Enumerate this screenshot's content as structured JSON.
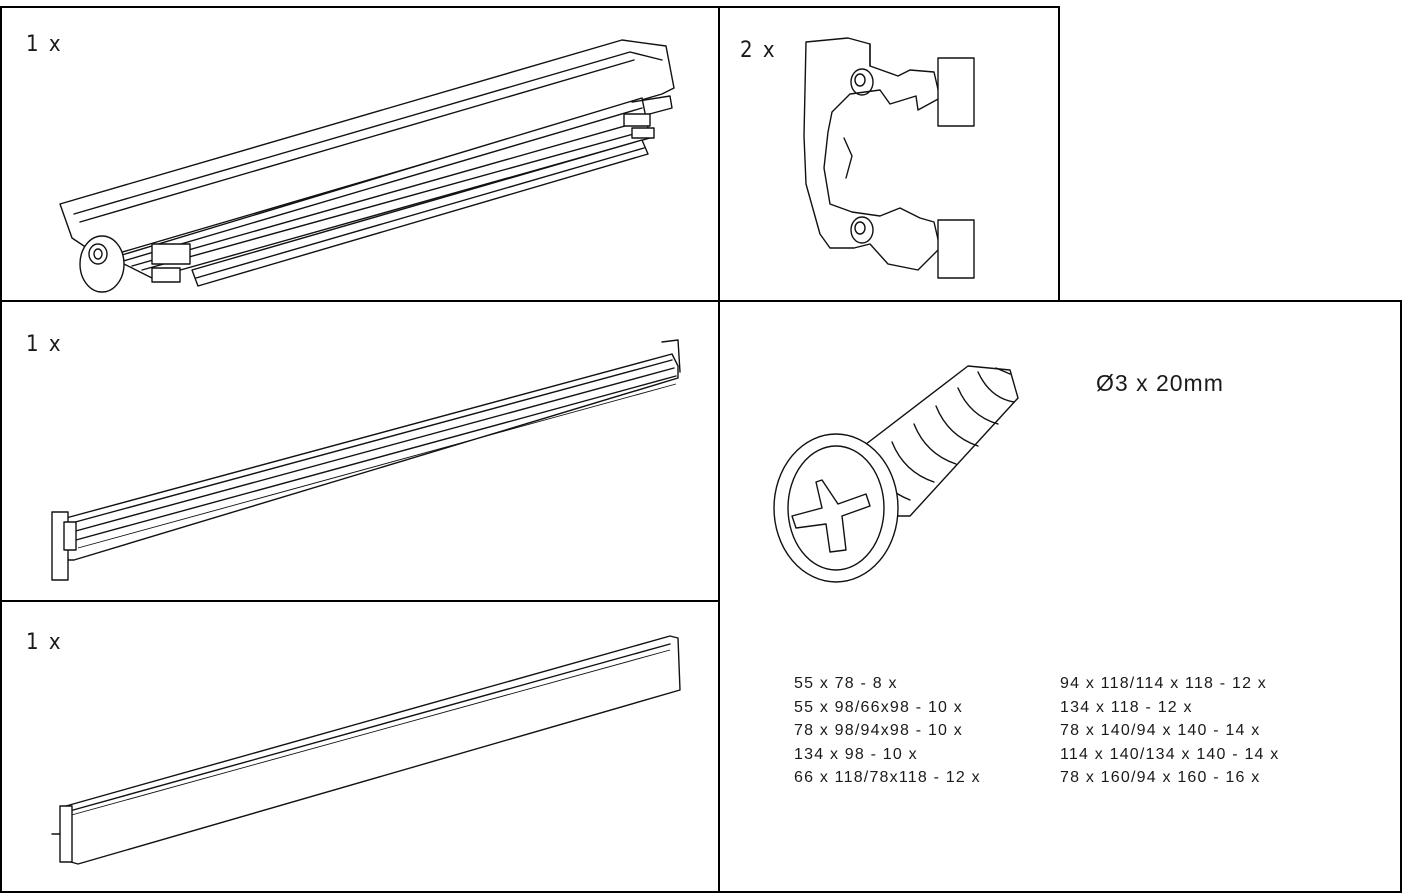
{
  "parts": [
    {
      "quantity": "1 x",
      "icon": "headrail-assembly"
    },
    {
      "quantity": "2 x",
      "icon": "mounting-bracket"
    },
    {
      "quantity": "1 x",
      "icon": "rail-profile"
    },
    {
      "quantity": "1 x",
      "icon": "bottom-bar"
    }
  ],
  "screw": {
    "icon": "screw",
    "spec": "Ø3 x 20mm",
    "sizes_left": [
      "55 x 78 - 8 x",
      "55 x 98/66x98 - 10 x",
      "78 x 98/94x98 - 10 x",
      "134 x 98 - 10 x",
      "66 x 118/78x118 - 12 x"
    ],
    "sizes_right": [
      "94 x 118/114 x 118 - 12 x",
      "134 x 118 - 12 x",
      "78 x 140/94 x 140 - 14 x",
      "114 x 140/134 x 140 - 14 x",
      "78 x 160/94 x 160 - 16 x"
    ]
  }
}
